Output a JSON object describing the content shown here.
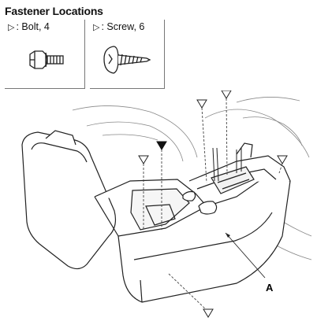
{
  "header": {
    "title": "Fastener Locations"
  },
  "legend": {
    "bolt": {
      "marker": "▷",
      "label": ": Bolt, 4"
    },
    "screw": {
      "marker": "▷",
      "label": ": Screw, 6"
    }
  },
  "diagram": {
    "callout_label": "A",
    "colors": {
      "line": "#222222",
      "light_line": "#888888",
      "fill": "#ffffff"
    },
    "markers": [
      "open-triangle",
      "filled-triangle"
    ]
  }
}
